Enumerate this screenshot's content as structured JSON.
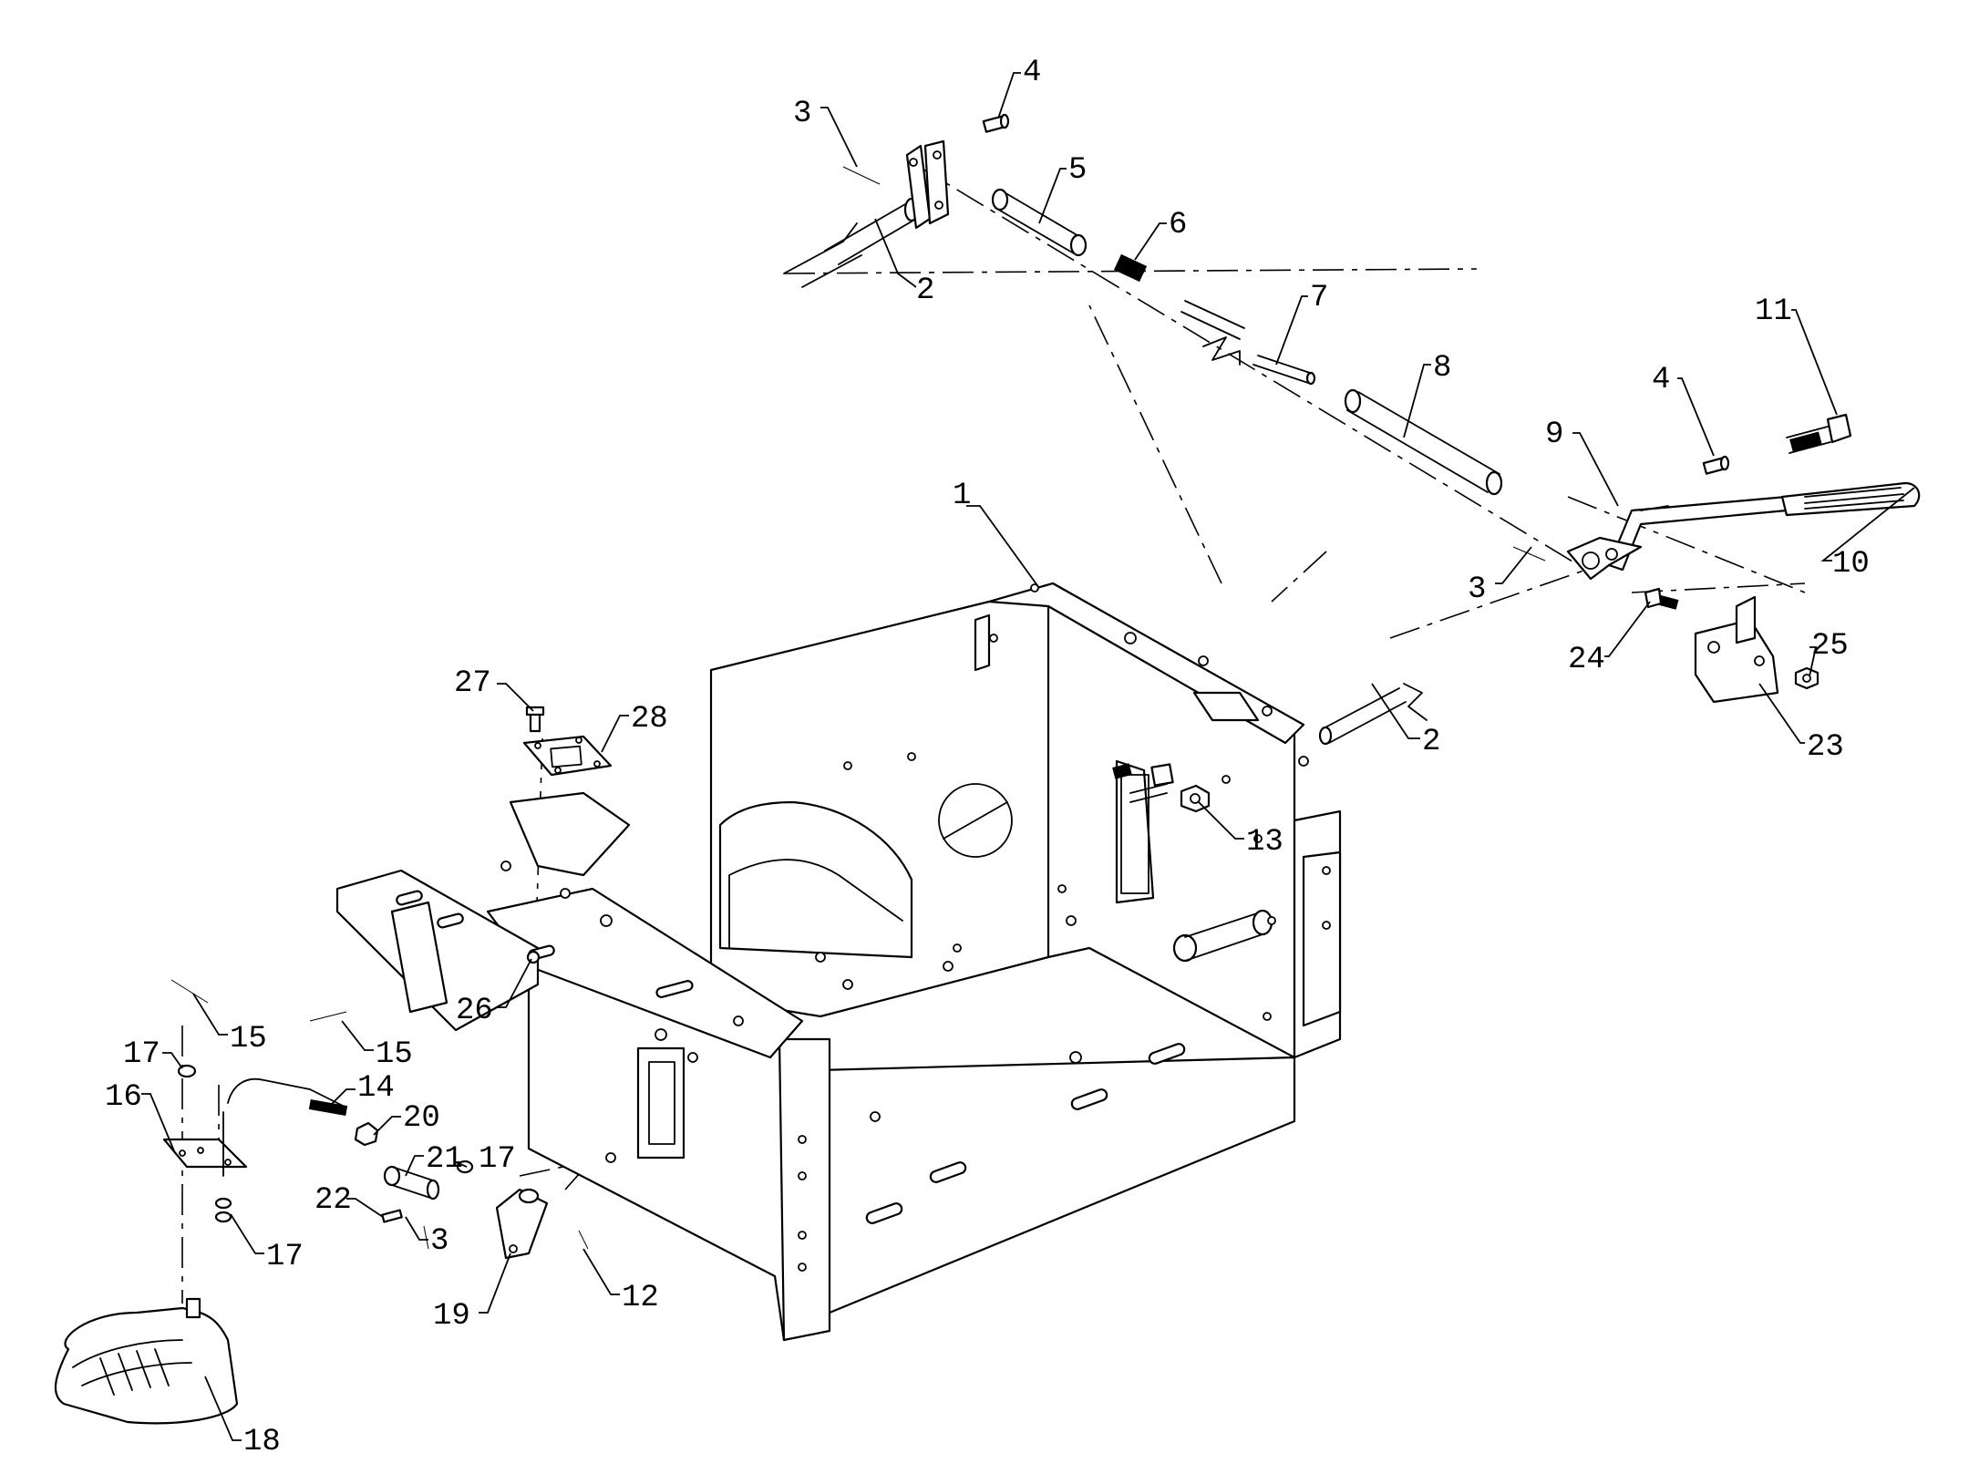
{
  "callouts": [
    {
      "id": "c1",
      "text": "1"
    },
    {
      "id": "c2a",
      "text": "2"
    },
    {
      "id": "c2b",
      "text": "2"
    },
    {
      "id": "c3a",
      "text": "3"
    },
    {
      "id": "c3b",
      "text": "3"
    },
    {
      "id": "c3c",
      "text": "3"
    },
    {
      "id": "c4a",
      "text": "4"
    },
    {
      "id": "c4b",
      "text": "4"
    },
    {
      "id": "c5",
      "text": "5"
    },
    {
      "id": "c6",
      "text": "6"
    },
    {
      "id": "c7",
      "text": "7"
    },
    {
      "id": "c8",
      "text": "8"
    },
    {
      "id": "c9",
      "text": "9"
    },
    {
      "id": "c10",
      "text": "10"
    },
    {
      "id": "c11",
      "text": "11"
    },
    {
      "id": "c12",
      "text": "12"
    },
    {
      "id": "c13",
      "text": "13"
    },
    {
      "id": "c14",
      "text": "14"
    },
    {
      "id": "c15a",
      "text": "15"
    },
    {
      "id": "c15b",
      "text": "15"
    },
    {
      "id": "c16",
      "text": "16"
    },
    {
      "id": "c17a",
      "text": "17"
    },
    {
      "id": "c17b",
      "text": "17"
    },
    {
      "id": "c17c",
      "text": "17"
    },
    {
      "id": "c18",
      "text": "18"
    },
    {
      "id": "c19",
      "text": "19"
    },
    {
      "id": "c20",
      "text": "20"
    },
    {
      "id": "c21",
      "text": "21"
    },
    {
      "id": "c22",
      "text": "22"
    },
    {
      "id": "c23",
      "text": "23"
    },
    {
      "id": "c24",
      "text": "24"
    },
    {
      "id": "c25",
      "text": "25"
    },
    {
      "id": "c26",
      "text": "26"
    },
    {
      "id": "c27",
      "text": "27"
    },
    {
      "id": "c28",
      "text": "28"
    }
  ]
}
